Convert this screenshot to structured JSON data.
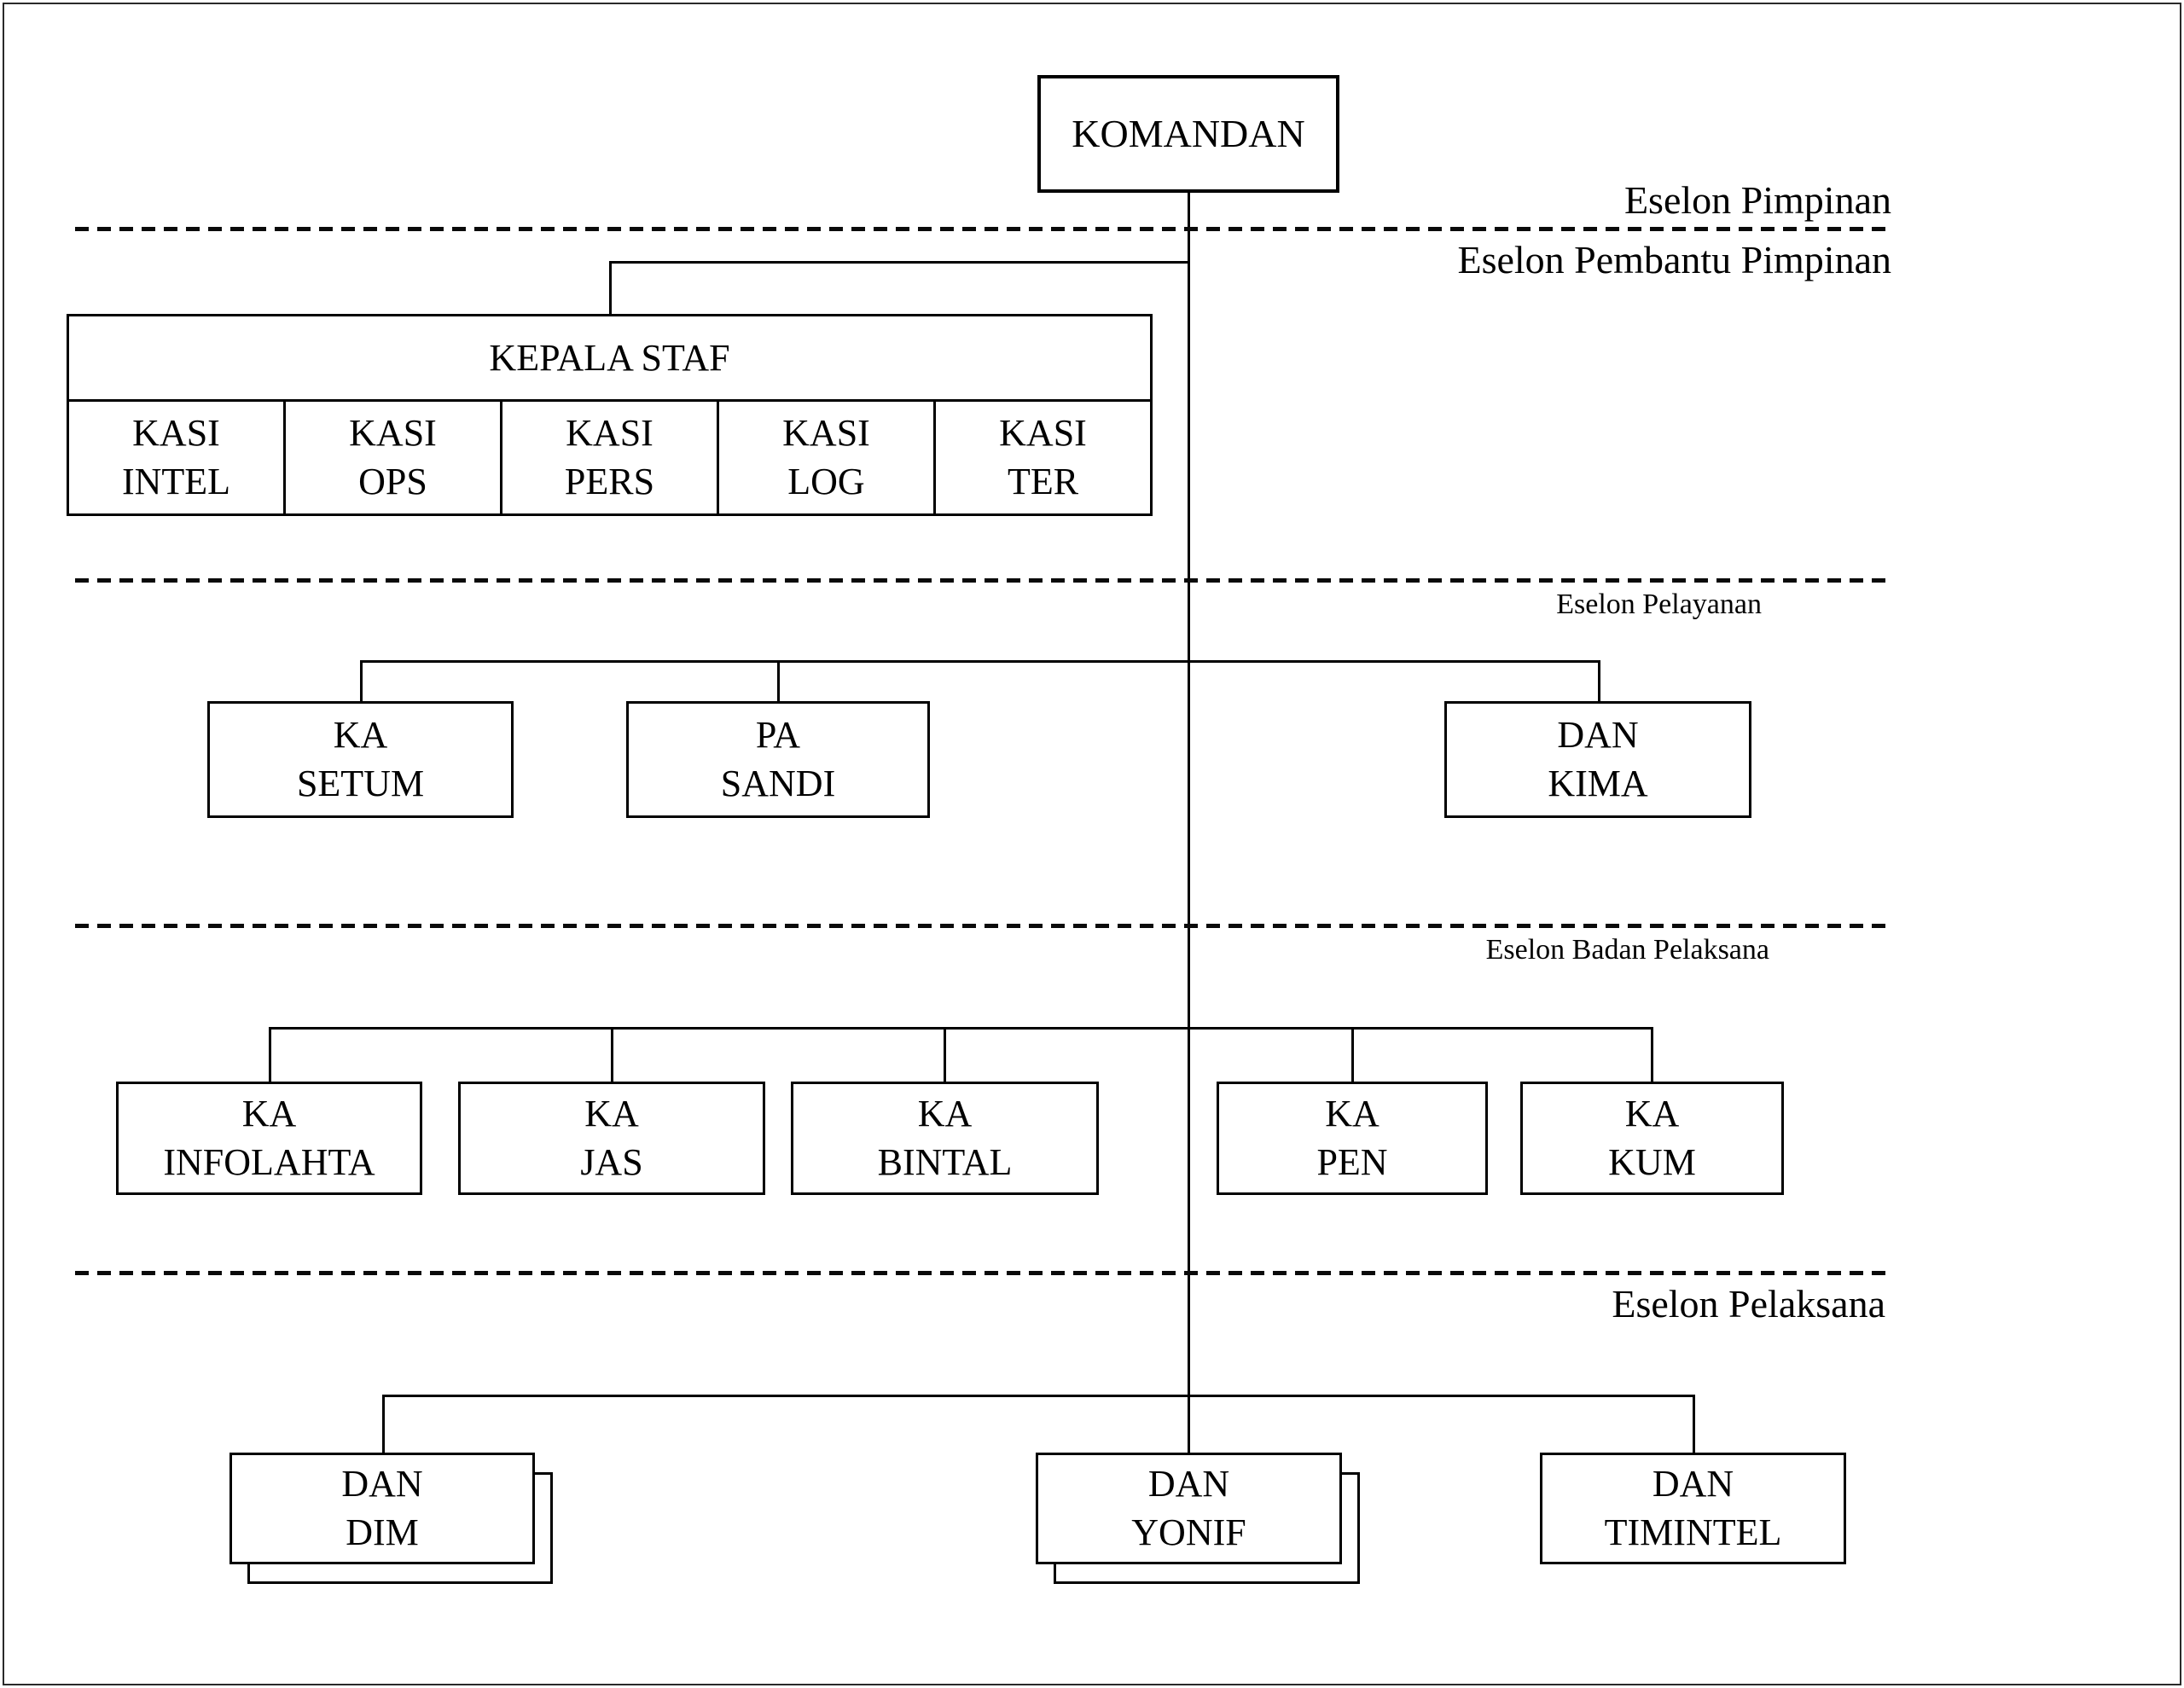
{
  "diagram": {
    "title_hint": "Struktur organisasi militer (organizational chart)",
    "colors": {
      "line": "#000000",
      "background": "#ffffff"
    },
    "root": {
      "label": "KOMANDAN"
    },
    "eselon_labels": {
      "pimpinan": "Eselon Pimpinan",
      "pembantu_pimpinan": "Eselon Pembantu Pimpinan",
      "pelayanan": "Eselon Pelayanan",
      "badan_pelaksana": "Eselon Badan Pelaksana",
      "pelaksana": "Eselon Pelaksana"
    },
    "kepala_staf": {
      "header": "KEPALA STAF",
      "sections": [
        {
          "label": "KASI\nINTEL"
        },
        {
          "label": "KASI\nOPS"
        },
        {
          "label": "KASI\nPERS"
        },
        {
          "label": "KASI\nLOG"
        },
        {
          "label": "KASI\nTER"
        }
      ]
    },
    "pelayanan_units": [
      {
        "label": "KA\nSETUM"
      },
      {
        "label": "PA\nSANDI"
      },
      {
        "label": "DAN\nKIMA"
      }
    ],
    "badan_pelaksana_units": [
      {
        "label": "KA\nINFOLAHTA"
      },
      {
        "label": "KA\nJAS"
      },
      {
        "label": "KA\nBINTAL"
      },
      {
        "label": "KA\nPEN"
      },
      {
        "label": "KA\nKUM"
      }
    ],
    "pelaksana_units": [
      {
        "label": "DAN\nDIM",
        "stacked": "true"
      },
      {
        "label": "DAN\nYONIF",
        "stacked": "true"
      },
      {
        "label": "DAN\nTIMINTEL",
        "stacked": "false"
      }
    ]
  }
}
